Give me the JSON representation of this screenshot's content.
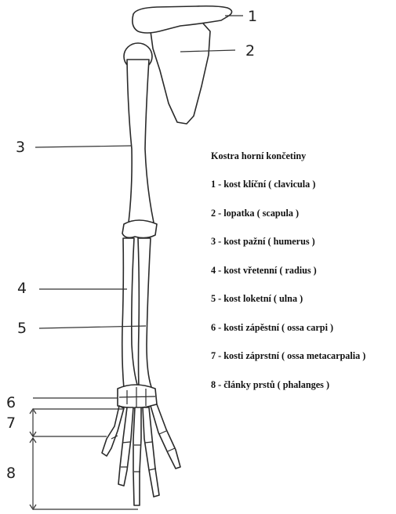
{
  "labels": [
    "1",
    "2",
    "3",
    "4",
    "5",
    "6",
    "7",
    "8"
  ],
  "legend": {
    "title": "Kostra horní končetiny",
    "items": [
      "1 - kost klíční ( clavicula )",
      "2 - lopatka ( scapula )",
      "3 - kost pažní ( humerus )",
      "4 - kost vřetenní ( radius )",
      "5 - kost loketní ( ulna )",
      "6 - kosti zápěstní ( ossa carpi )",
      "7 - kosti záprstní ( ossa metacarpalia )",
      "8 - články prstů ( phalanges )"
    ]
  }
}
